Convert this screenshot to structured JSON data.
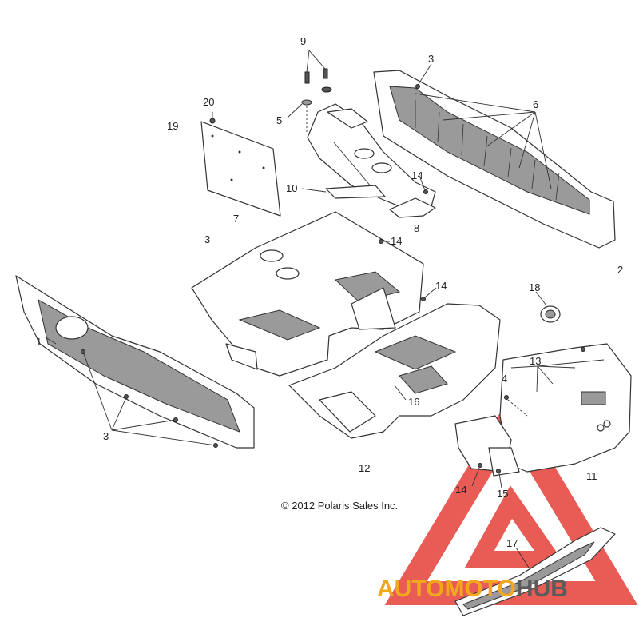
{
  "diagram": {
    "copyright": "© 2012 Polaris Sales Inc.",
    "watermark": {
      "part1": "AUTOMOTO",
      "part2": "HUB",
      "color_primary": "#f2a81d",
      "color_secondary": "#5b5b5b",
      "color_logo": "#e6463f"
    },
    "callouts": [
      {
        "id": "c1",
        "text": "1"
      },
      {
        "id": "c2",
        "text": "2"
      },
      {
        "id": "c3a",
        "text": "3"
      },
      {
        "id": "c3b",
        "text": "3"
      },
      {
        "id": "c3c",
        "text": "3"
      },
      {
        "id": "c4",
        "text": "4"
      },
      {
        "id": "c5",
        "text": "5"
      },
      {
        "id": "c6",
        "text": "6"
      },
      {
        "id": "c7",
        "text": "7"
      },
      {
        "id": "c8",
        "text": "8"
      },
      {
        "id": "c9",
        "text": "9"
      },
      {
        "id": "c10",
        "text": "10"
      },
      {
        "id": "c11",
        "text": "11"
      },
      {
        "id": "c12",
        "text": "12"
      },
      {
        "id": "c13",
        "text": "13"
      },
      {
        "id": "c14a",
        "text": "14"
      },
      {
        "id": "c14b",
        "text": "14"
      },
      {
        "id": "c14c",
        "text": "14"
      },
      {
        "id": "c14d",
        "text": "14"
      },
      {
        "id": "c15",
        "text": "15"
      },
      {
        "id": "c16",
        "text": "16"
      },
      {
        "id": "c17",
        "text": "17"
      },
      {
        "id": "c18",
        "text": "18"
      },
      {
        "id": "c19",
        "text": "19"
      },
      {
        "id": "c20",
        "text": "20"
      }
    ]
  }
}
